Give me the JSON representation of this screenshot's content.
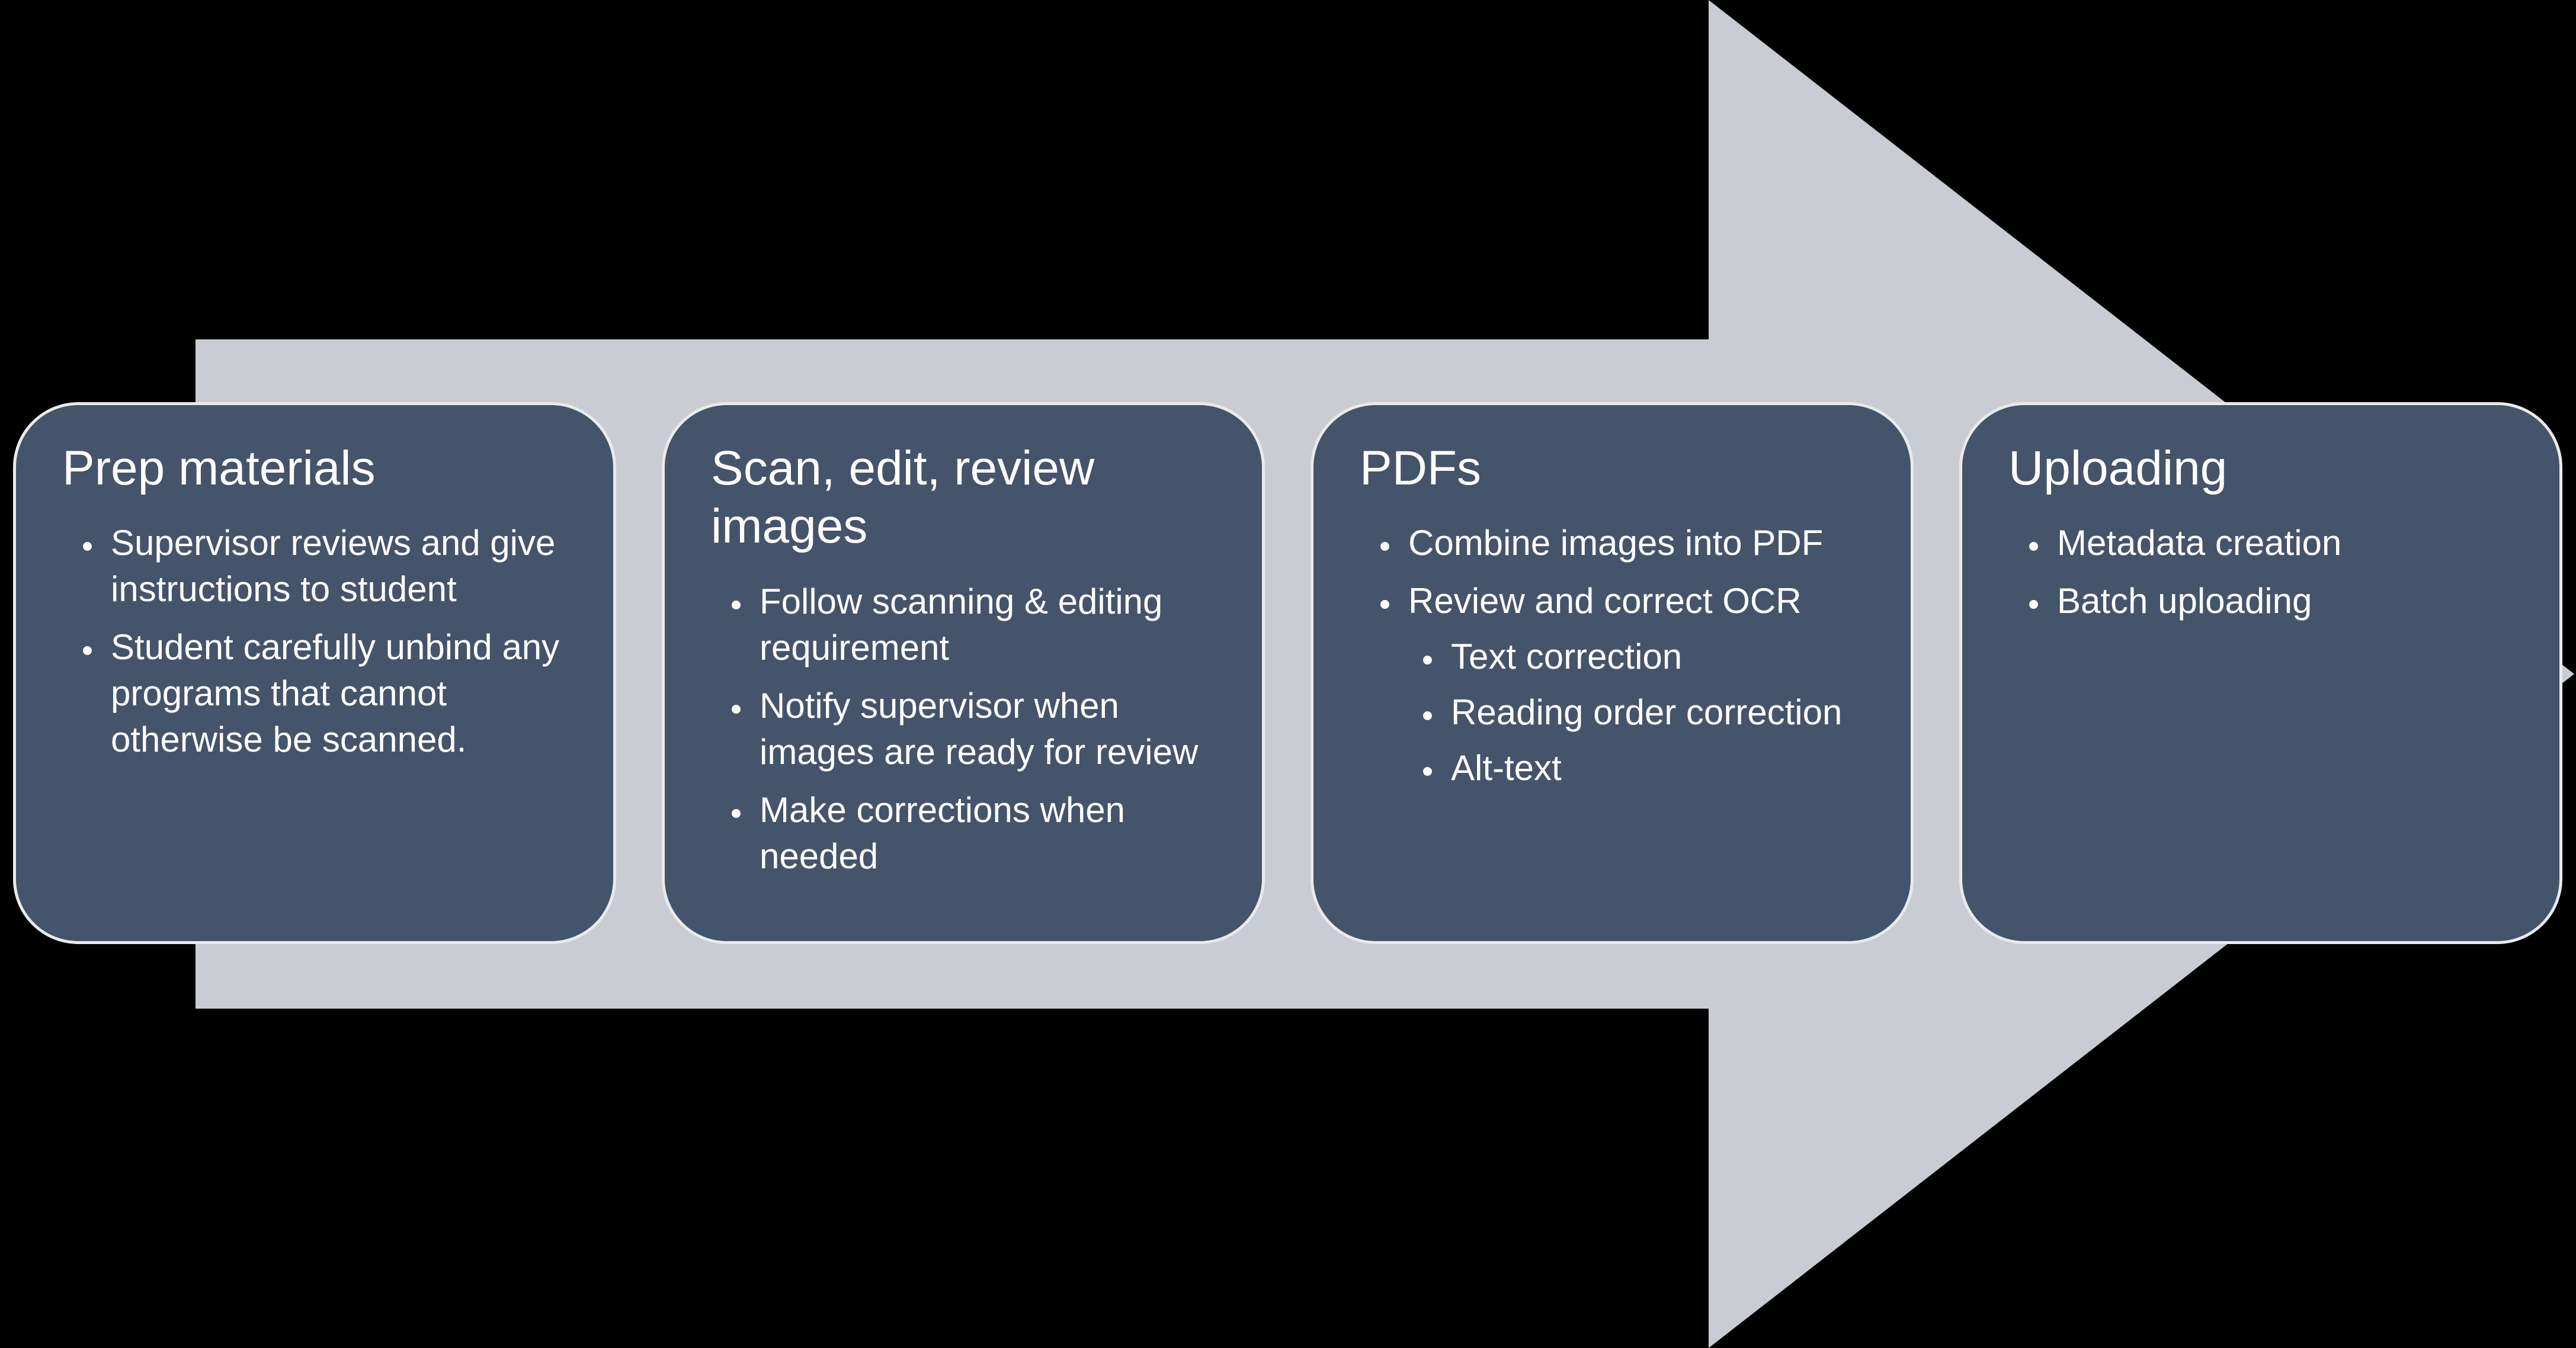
{
  "colors": {
    "background": "#000000",
    "arrow": "#C9CDD3",
    "box": "#44546A",
    "box_border": "#E8EAEC",
    "text": "#FFFFFF"
  },
  "diagram": {
    "type": "process-arrow",
    "boxes": [
      {
        "title": "Prep materials",
        "bullets": [
          {
            "text": "Supervisor reviews and give instructions to student"
          },
          {
            "text": "Student carefully unbind any programs that cannot otherwise be scanned."
          }
        ]
      },
      {
        "title": "Scan, edit, review images",
        "bullets": [
          {
            "text": "Follow scanning & editing requirement"
          },
          {
            "text": "Notify supervisor when images are ready for review"
          },
          {
            "text": "Make corrections when needed"
          }
        ]
      },
      {
        "title": "PDFs",
        "bullets": [
          {
            "text": "Combine images into PDF"
          },
          {
            "text": "Review and correct OCR",
            "sub": [
              "Text correction",
              "Reading order correction",
              "Alt-text"
            ]
          }
        ]
      },
      {
        "title": "Uploading",
        "bullets": [
          {
            "text": "Metadata creation"
          },
          {
            "text": "Batch uploading"
          }
        ]
      }
    ]
  }
}
